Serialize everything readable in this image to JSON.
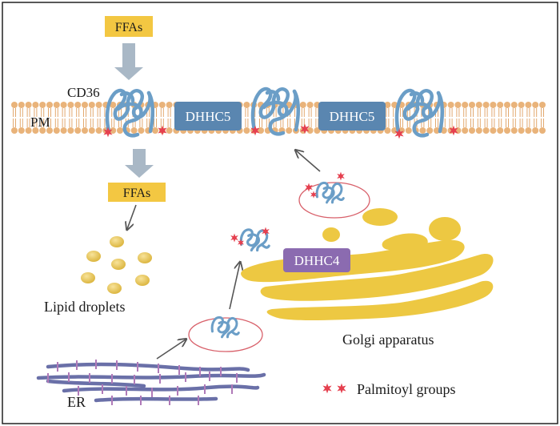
{
  "labels": {
    "ffas_top": "FFAs",
    "ffas_mid": "FFAs",
    "cd36": "CD36",
    "pm": "PM",
    "dhhc5_a": "DHHC5",
    "dhhc5_b": "DHHC5",
    "dhhc4": "DHHC4",
    "lipid_droplets": "Lipid droplets",
    "golgi": "Golgi apparatus",
    "er": "ER",
    "palmitoyl": "Palmitoyl groups"
  },
  "colors": {
    "ffa_box": "#f3c742",
    "dhhc5_box": "#5a86b0",
    "dhhc4_box": "#8b6bb0",
    "protein": "#6b9ec7",
    "lipid_head": "#e9b37a",
    "golgi": "#edc842",
    "er_line": "#6a70a8",
    "er_tick": "#b07ab8",
    "palmitoyl": "#e5404f",
    "vesicle": "#d8606a",
    "arrow": "#555555",
    "gray_arrow": "#a9b8c6"
  }
}
